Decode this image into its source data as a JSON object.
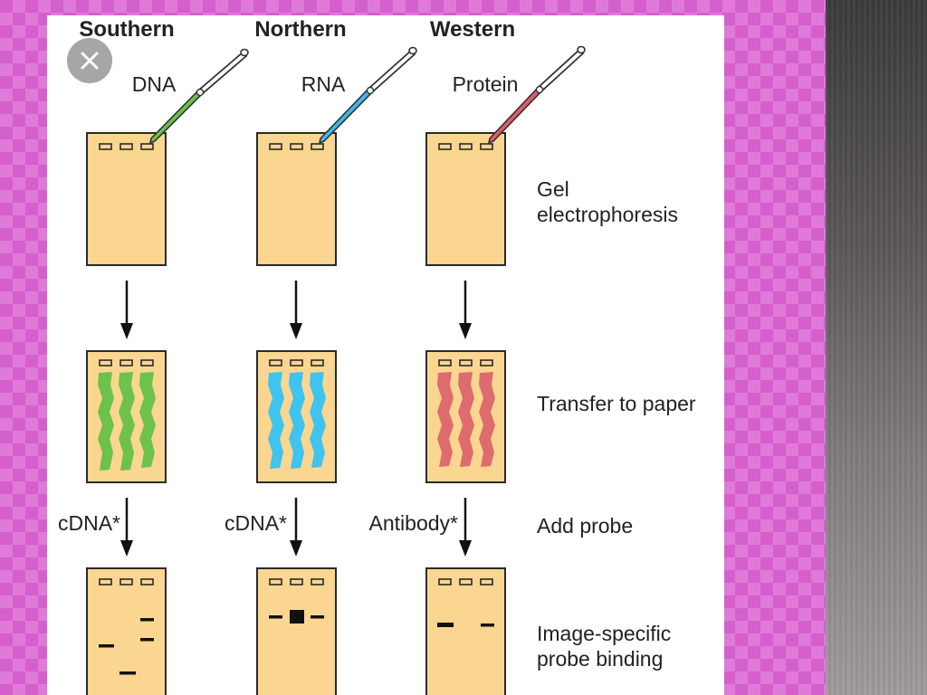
{
  "columns": [
    {
      "id": "southern",
      "title": "Southern",
      "molecule": "DNA",
      "probe": "cDNA*",
      "pipette_color": "#6cc24a",
      "transfer_color": "#6cc24a"
    },
    {
      "id": "northern",
      "title": "Northern",
      "molecule": "RNA",
      "probe": "cDNA*",
      "pipette_color": "#3fb8ea",
      "transfer_color": "#3fc3ef"
    },
    {
      "id": "western",
      "title": "Western",
      "molecule": "Protein",
      "probe": "Antibody*",
      "pipette_color": "#e05b6e",
      "transfer_color": "#de6b6e"
    }
  ],
  "steps": {
    "gel_line1": "Gel",
    "gel_line2": "electrophoresis",
    "transfer": "Transfer to paper",
    "probe": "Add probe",
    "binding_line1": "Image-specific",
    "binding_line2": "probe binding"
  },
  "colors": {
    "gel_fill": "#fad690",
    "background_pink": "#d55fcc",
    "side_panel": "#5a5659"
  },
  "icons": {
    "close": "close-icon"
  }
}
